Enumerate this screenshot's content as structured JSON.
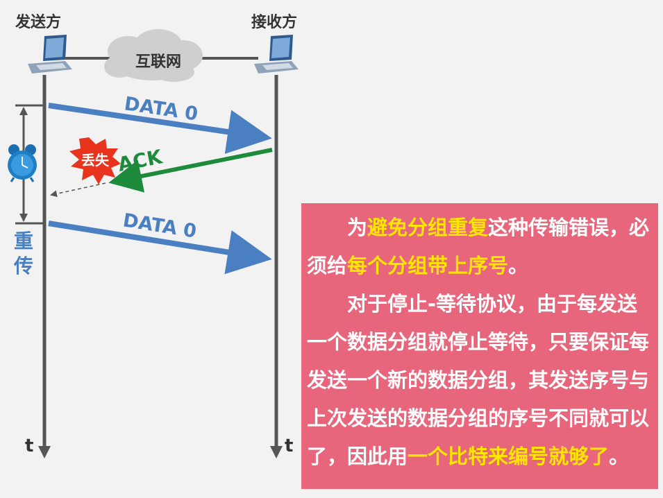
{
  "sender": {
    "title": "发送方"
  },
  "receiver": {
    "title": "接收方"
  },
  "network": {
    "label": "互联网"
  },
  "frames": {
    "data_first": "DATA 0",
    "ack": "ACK",
    "data_retransmit": "DATA 0"
  },
  "lost_badge": "丢失",
  "time_axis_label": "t",
  "retransmit_label": "重传",
  "colors": {
    "data_arrow": "#4a7fc1",
    "ack_arrow": "#1e8b3c",
    "lost_badge": "#e8341c",
    "note_bg": "#e8667c",
    "highlight": "#ffe600"
  },
  "note": {
    "p1_a": "为",
    "p1_hl1": "避免分组重复",
    "p1_b": "这种传输错误，必须给",
    "p1_hl2": "每个分组带上序号",
    "p1_c": "。",
    "p2_a": "对于停止-等待协议，由于每发送一个数据分组就停止等待，只要保证每发送一个新的数据分组，其发送序号与上次发送的数据分组的序号不同就可以了，因此用",
    "p2_hl": "一个比特来编号就够了",
    "p2_b": "。"
  }
}
